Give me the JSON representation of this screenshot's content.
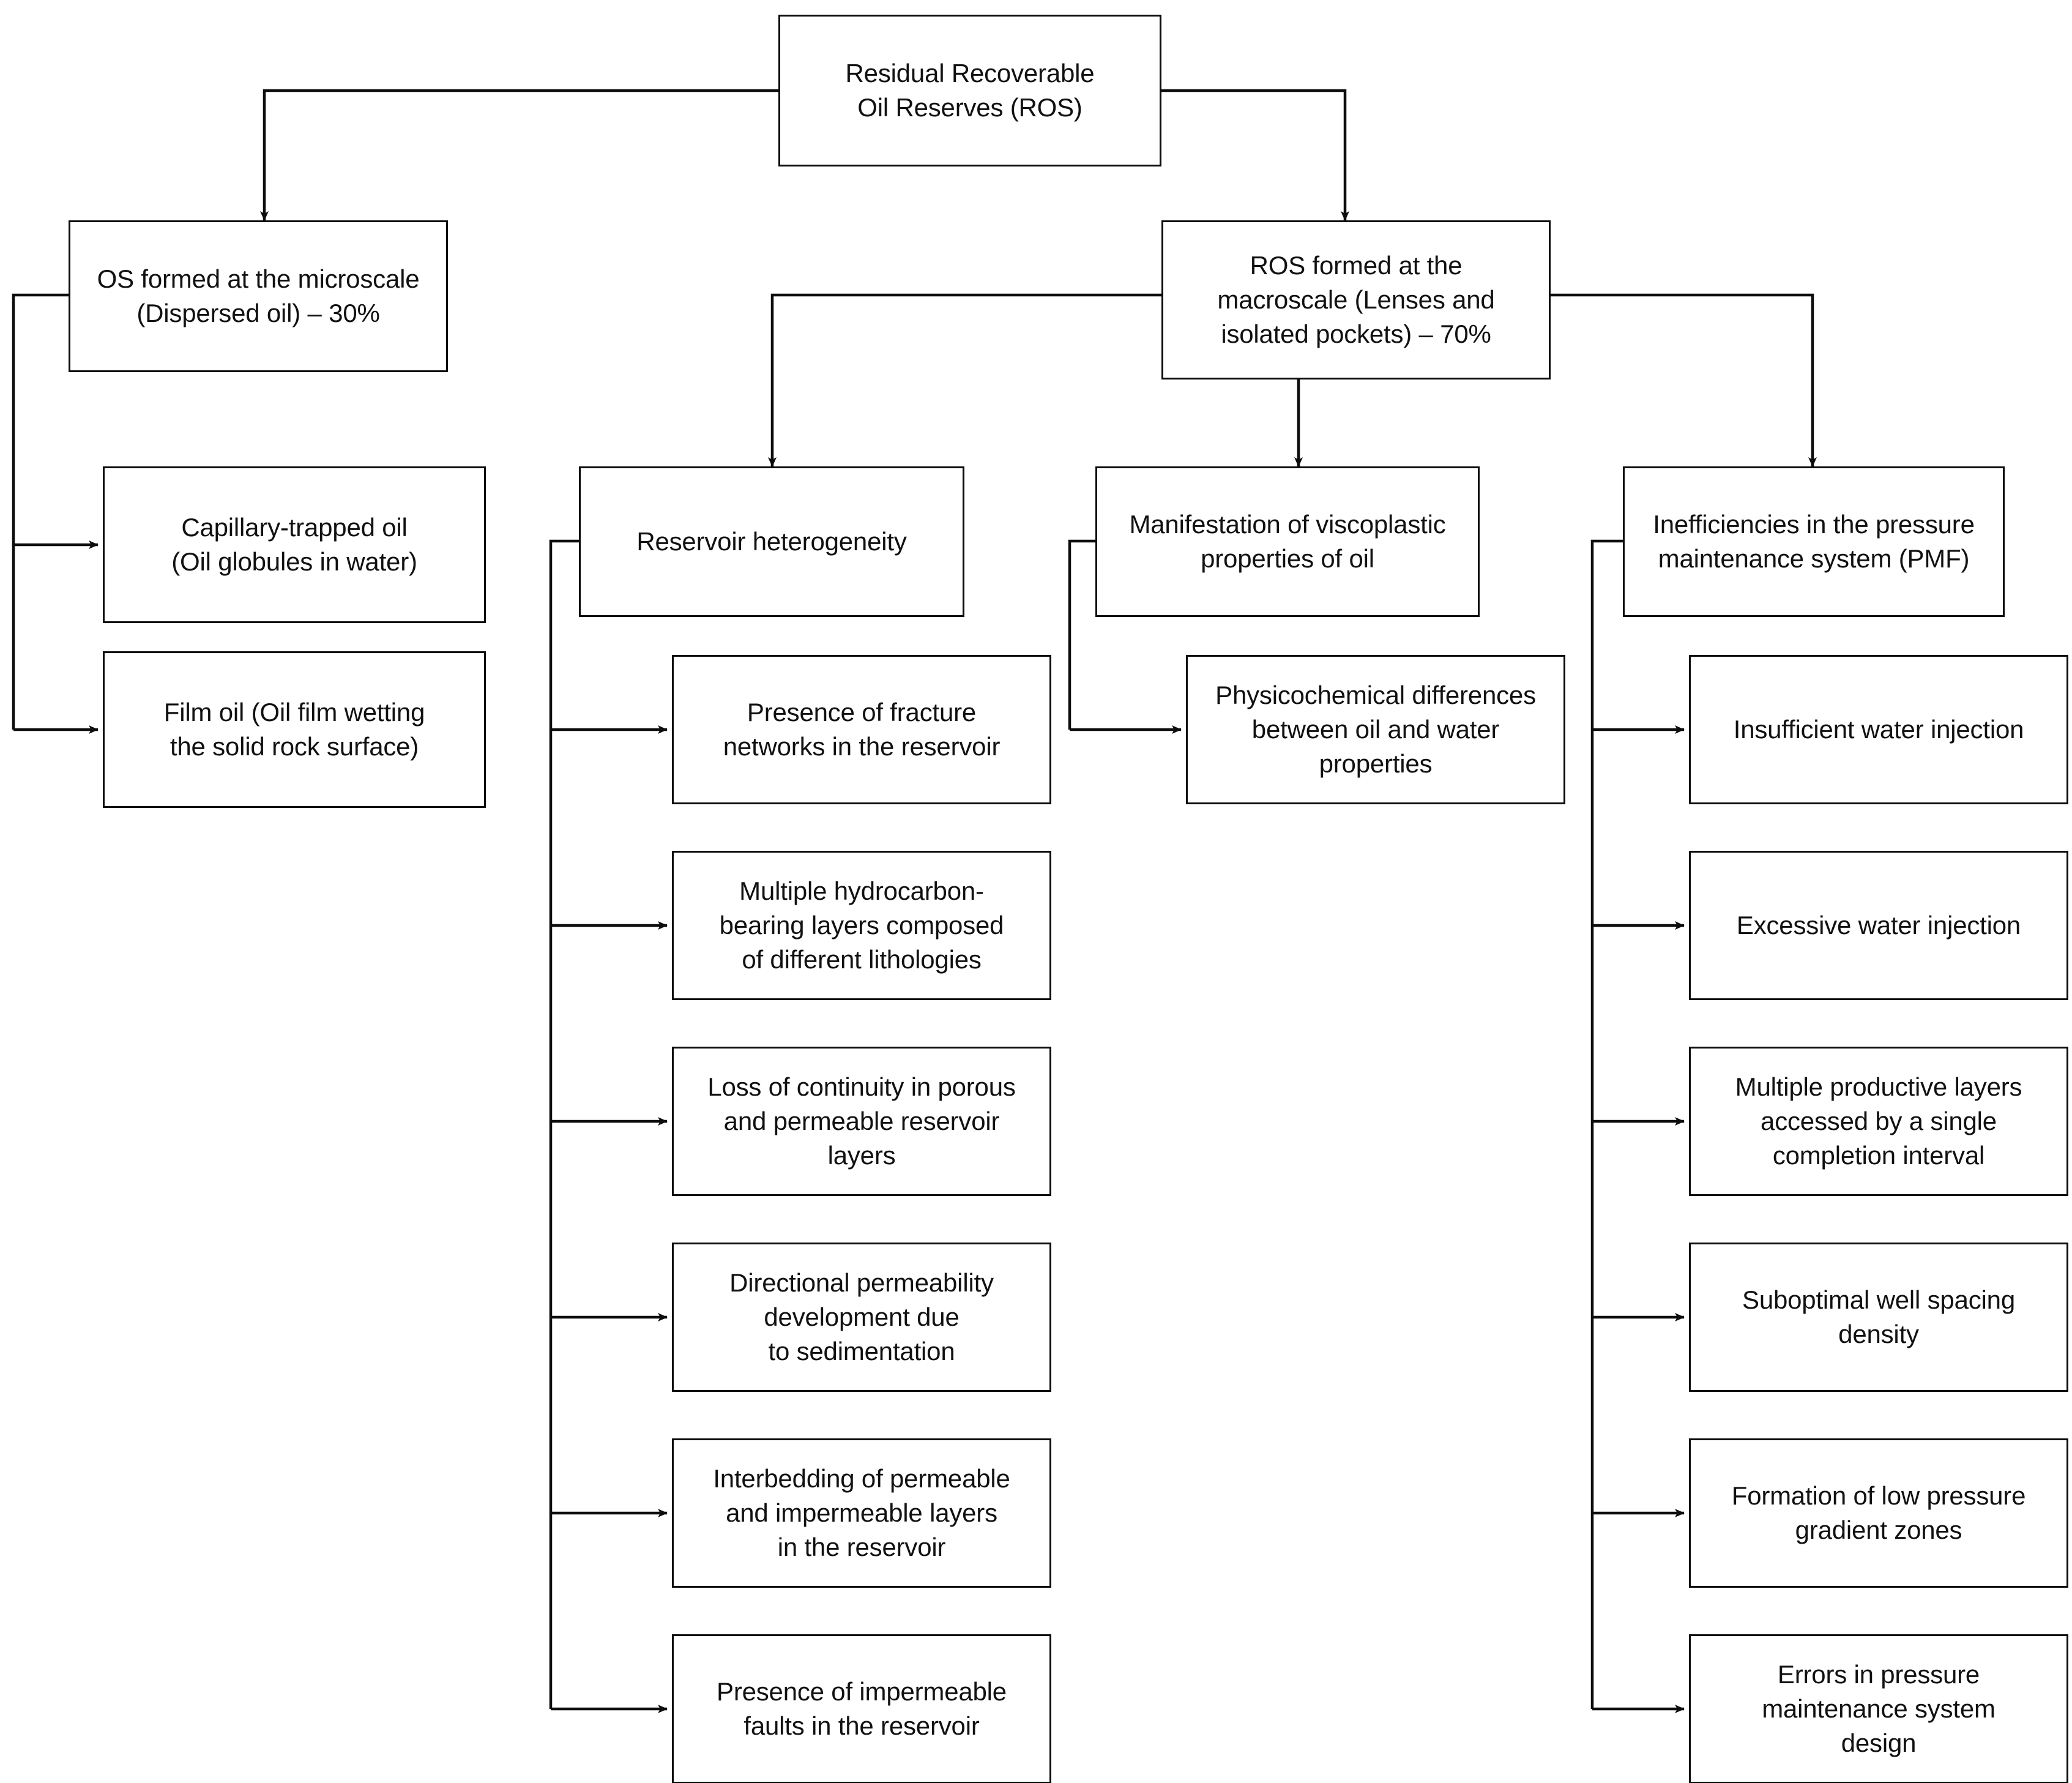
{
  "diagram": {
    "title": "Residual Recoverable Oil Reserves (ROS) causes flowchart",
    "type": "flowchart",
    "orientation": "top-down",
    "style": {
      "node_fill": "#ffffff",
      "node_border": "#0d0d0d",
      "text_color": "#111111",
      "connector_color": "#0d0d0d",
      "background": "#ffffff"
    }
  },
  "nodes": {
    "root": "Residual Recoverable\nOil Reserves (ROS)",
    "microscale": "OS formed at the microscale\n(Dispersed oil) – 30%",
    "macroscale": "ROS formed at the\nmacroscale (Lenses and\nisolated pockets) – 70%",
    "micro_children": [
      "Capillary-trapped oil\n(Oil globules in water)",
      "Film oil (Oil film wetting\nthe solid rock surface)"
    ],
    "heterogeneity": {
      "header": "Reservoir heterogeneity",
      "children": [
        "Presence of fracture\nnetworks in the reservoir",
        "Multiple hydrocarbon-\nbearing layers composed\nof different lithologies",
        "Loss of continuity in porous\nand permeable reservoir\nlayers",
        "Directional permeability\ndevelopment due\nto sedimentation",
        "Interbedding of permeable\nand impermeable layers\nin the reservoir",
        "Presence of impermeable\nfaults in the reservoir"
      ]
    },
    "viscoplastic": {
      "header": "Manifestation of viscoplastic\nproperties of oil",
      "children": [
        "Physicochemical differences\nbetween oil and water\nproperties"
      ]
    },
    "pmf": {
      "header": "Inefficiencies in the pressure\nmaintenance system (PMF)",
      "children": [
        "Insufficient water injection",
        "Excessive water injection",
        "Multiple productive layers\naccessed by a single\ncompletion interval",
        "Suboptimal well spacing\ndensity",
        "Formation of low pressure\ngradient zones",
        "Errors in pressure\nmaintenance system\ndesign"
      ]
    }
  }
}
